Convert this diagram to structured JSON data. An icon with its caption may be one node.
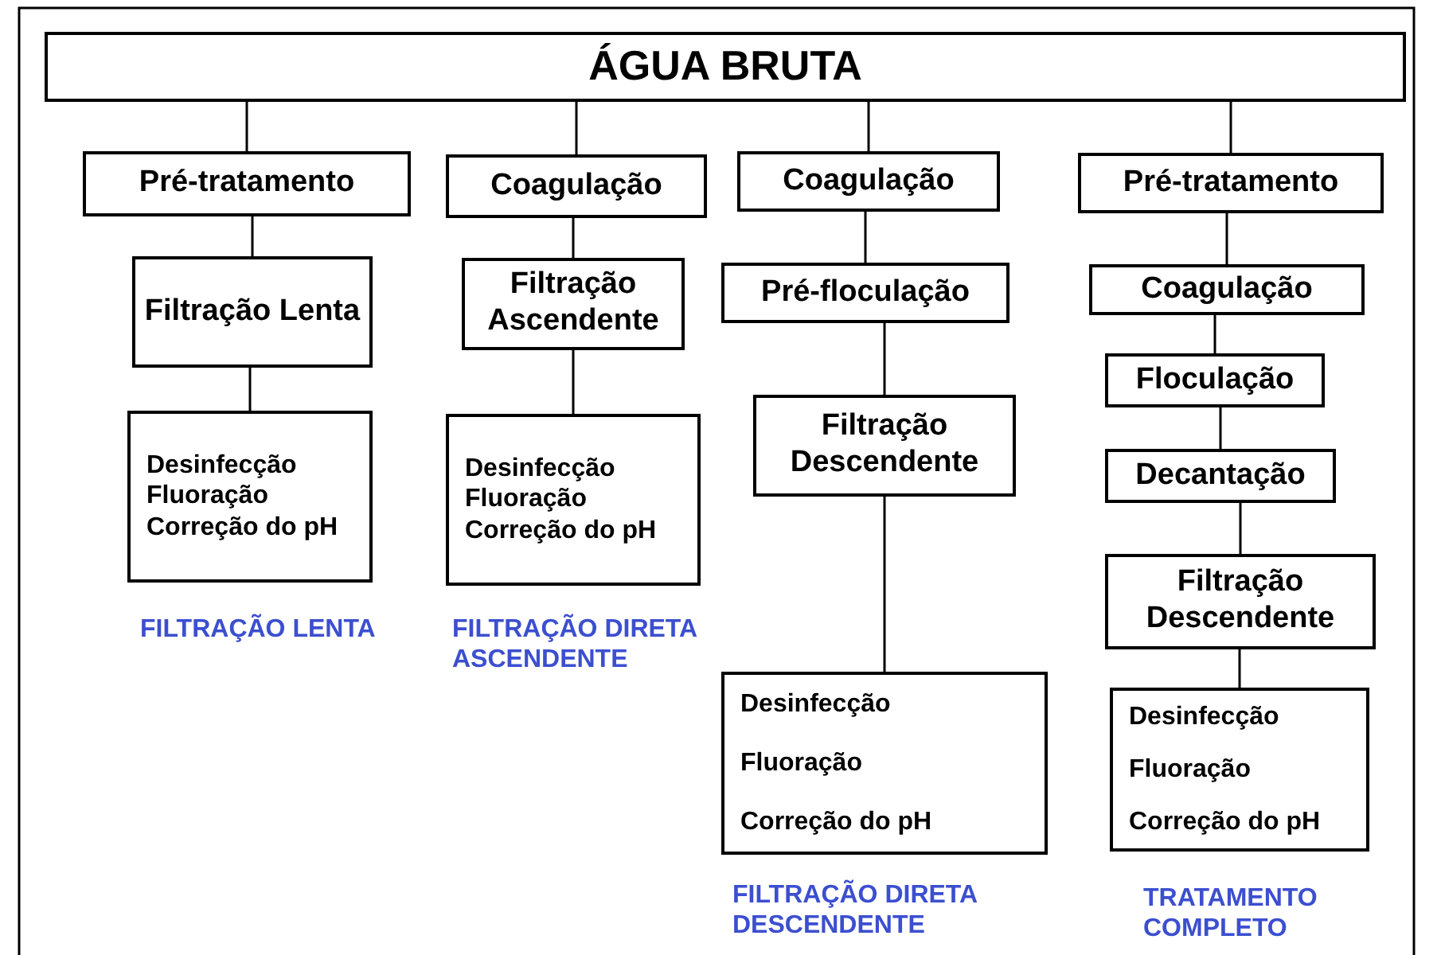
{
  "diagram": {
    "nodes": [
      {
        "text": [
          "ÁGUA BRUTA"
        ]
      },
      {
        "text": [
          "Pré-tratamento"
        ]
      },
      {
        "text": [
          "Filtração Lenta"
        ]
      },
      {
        "text": [
          "Desinfecção",
          "Fluoração",
          "Correção do pH"
        ]
      },
      {
        "text": [
          "Coagulação"
        ]
      },
      {
        "text": [
          "Filtração Ascendente"
        ]
      },
      {
        "text": [
          "Desinfecção",
          "Fluoração",
          "Correção do pH"
        ]
      },
      {
        "text": [
          "Coagulação"
        ]
      },
      {
        "text": [
          "Pré-floculação"
        ]
      },
      {
        "text": [
          "Filtração Descendente"
        ]
      },
      {
        "text": [
          "Desinfecção",
          "Fluoração",
          "Correção do pH"
        ]
      },
      {
        "text": [
          "Pré-tratamento"
        ]
      },
      {
        "text": [
          "Coagulação"
        ]
      },
      {
        "text": [
          "Floculação"
        ]
      },
      {
        "text": [
          "Decantação"
        ]
      },
      {
        "text": [
          "Filtração Descendente"
        ]
      },
      {
        "text": [
          "Desinfecção",
          "Fluoração",
          "Correção do pH"
        ]
      }
    ],
    "edges": [
      {
        "from": 0,
        "to": 1,
        "arrow": "none"
      },
      {
        "from": 1,
        "to": 2,
        "arrow": "none"
      },
      {
        "from": 2,
        "to": 3,
        "arrow": "none"
      },
      {
        "from": 0,
        "to": 4,
        "arrow": "none"
      },
      {
        "from": 4,
        "to": 5,
        "arrow": "none"
      },
      {
        "from": 5,
        "to": 6,
        "arrow": "none"
      },
      {
        "from": 0,
        "to": 7,
        "arrow": "none"
      },
      {
        "from": 7,
        "to": 8,
        "arrow": "none"
      },
      {
        "from": 8,
        "to": 9,
        "arrow": "none"
      },
      {
        "from": 9,
        "to": 10,
        "arrow": "none"
      },
      {
        "from": 0,
        "to": 11,
        "arrow": "none"
      },
      {
        "from": 11,
        "to": 12,
        "arrow": "none"
      },
      {
        "from": 12,
        "to": 13,
        "arrow": "none"
      },
      {
        "from": 13,
        "to": 14,
        "arrow": "none"
      },
      {
        "from": 14,
        "to": 15,
        "arrow": "none"
      },
      {
        "from": 15,
        "to": 16,
        "arrow": "none"
      }
    ],
    "labels": [
      "FILTRAÇÃO LENTA",
      "FILTRAÇÃO DIRETA ASCENDENTE",
      "FILTRAÇÃO DIRETA DESCENDENTE",
      "TRATAMENTO COMPLETO"
    ]
  }
}
